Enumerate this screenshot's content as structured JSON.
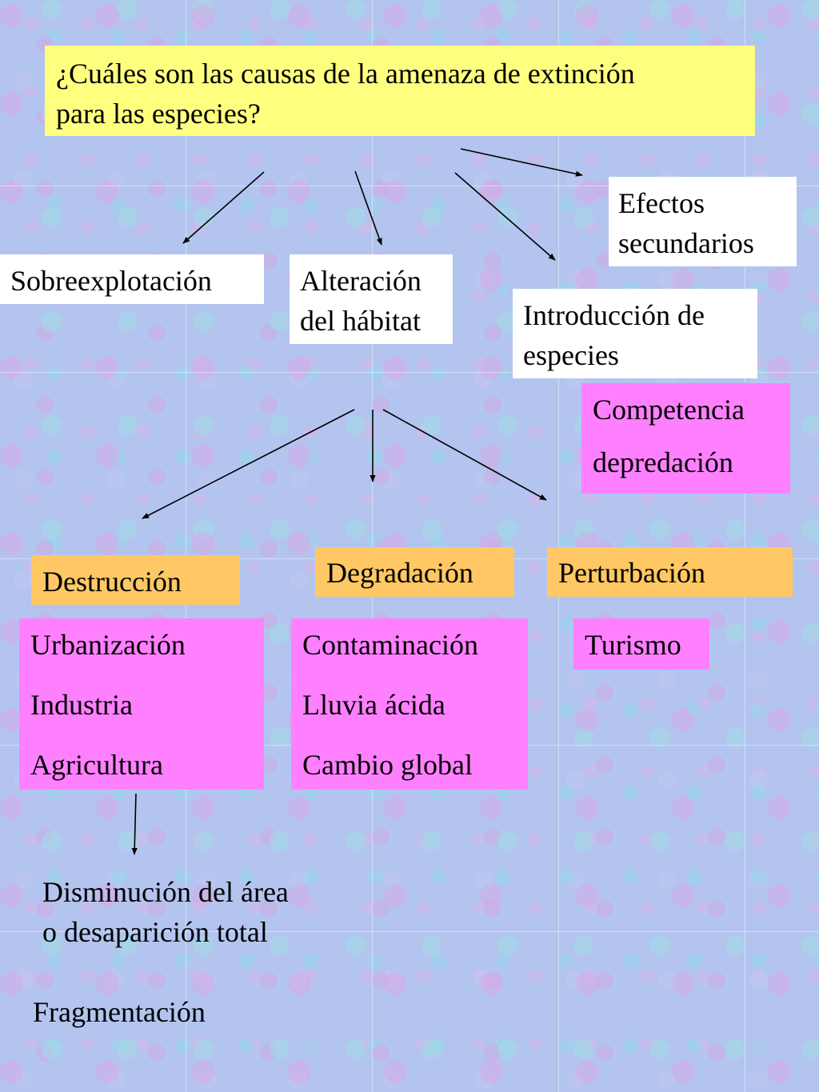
{
  "question": {
    "lines": [
      "¿Cuáles son las causas de la amenaza de extinción",
      "para las especies?"
    ]
  },
  "causes": {
    "overexploitation": "Sobreexplotación",
    "habitat_alteration": [
      "Alteración",
      "del hábitat"
    ],
    "species_introduction": [
      "Introducción de",
      "especies"
    ],
    "side_effects": [
      "Efectos",
      "secundarios"
    ]
  },
  "introduction_effects": [
    "Competencia",
    "depredación"
  ],
  "habitat_types": {
    "destruction": "Destrucción",
    "degradation": "Degradación",
    "perturbation": "Perturbación"
  },
  "destruction_causes": [
    "Urbanización",
    "Industria",
    "Agricultura"
  ],
  "degradation_causes": [
    "Contaminación",
    "Lluvia ácida",
    "Cambio global"
  ],
  "perturbation_causes": [
    "Turismo"
  ],
  "consequences": {
    "area_loss": [
      "Disminución del área",
      "o desaparición total"
    ],
    "fragmentation": "Fragmentación"
  }
}
